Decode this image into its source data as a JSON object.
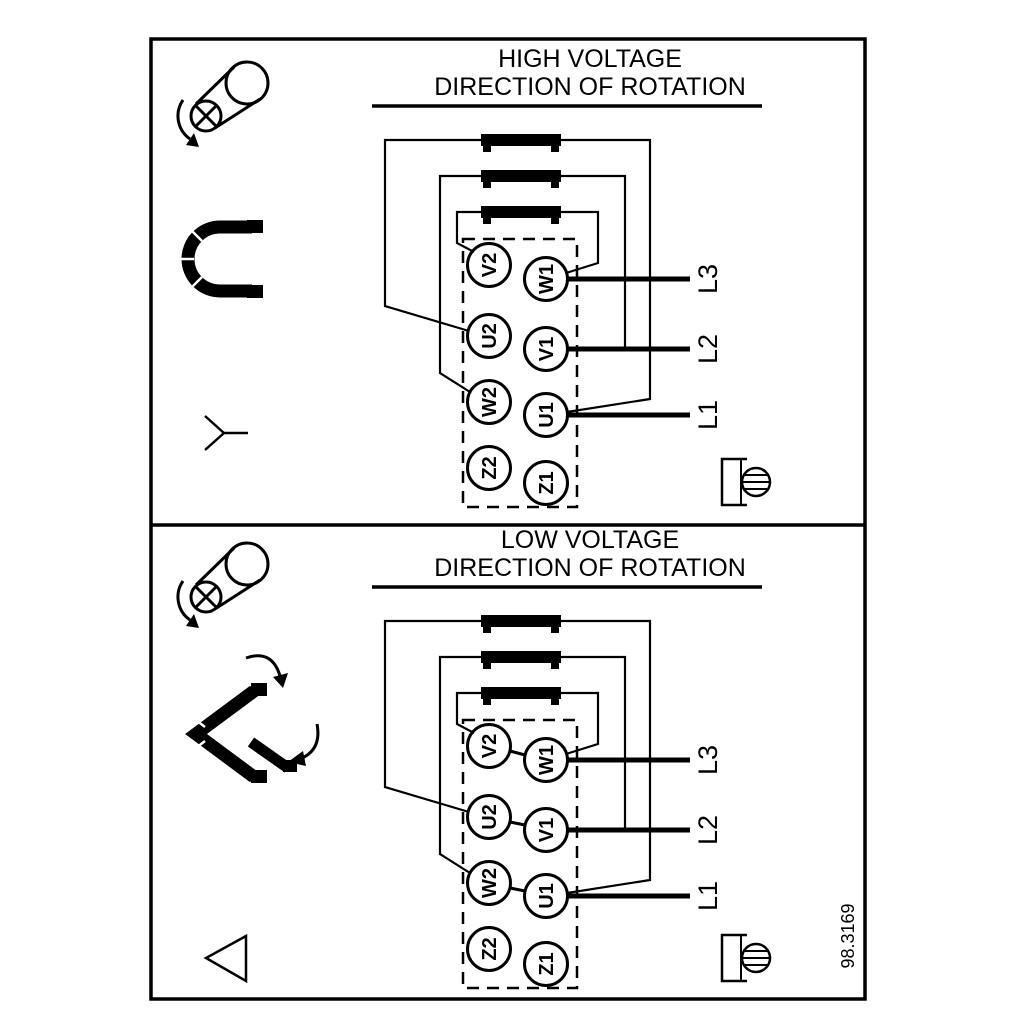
{
  "frame": {
    "background": "#ffffff",
    "line_color": "#000000"
  },
  "drawing_number": "98.3169",
  "panels": {
    "high": {
      "title_line1": "HIGH VOLTAGE",
      "title_line2": "DIRECTION OF ROTATION",
      "terminals_left": [
        "V2",
        "U2",
        "W2",
        "Z2"
      ],
      "terminals_right": [
        "W1",
        "V1",
        "U1",
        "Z1"
      ],
      "supply_lines": [
        "L3",
        "L2",
        "L1"
      ],
      "icons": [
        "screw-rotation-icon",
        "jumper-link-icon",
        "star-connection-icon",
        "ground-screw-icon"
      ]
    },
    "low": {
      "title_line1": "LOW VOLTAGE",
      "title_line2": "DIRECTION OF ROTATION",
      "terminals_left": [
        "V2",
        "U2",
        "W2",
        "Z2"
      ],
      "terminals_right": [
        "W1",
        "V1",
        "U1",
        "Z1"
      ],
      "supply_lines": [
        "L3",
        "L2",
        "L1"
      ],
      "icons": [
        "screw-rotation-icon",
        "delta-links-icon",
        "delta-connection-icon",
        "ground-screw-icon"
      ]
    }
  }
}
